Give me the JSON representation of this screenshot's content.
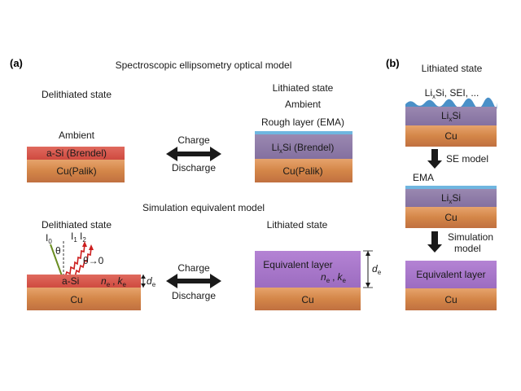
{
  "panel_a": {
    "label": "(a)",
    "title": "Spectroscopic ellipsometry optical model",
    "top": {
      "delithiated_title": "Delithiated state",
      "ambient": "Ambient",
      "asi_layer": "a-Si (Brendel)",
      "cu_layer": "Cu(Palik)",
      "charge": "Charge",
      "discharge": "Discharge",
      "lithiated_title": "Lithiated state",
      "lithiated_ambient": "Ambient",
      "rough_layer": "Rough layer (EMA)",
      "lixsi_prefix": "Li",
      "lixsi_sub": "x",
      "lixsi_suffix": "Si (Brendel)",
      "cu_layer_right": "Cu(Palik)"
    },
    "bottom": {
      "title": "Simulation equivalent model",
      "delithiated_title": "Delithiated state",
      "i0": "I",
      "i0_sub": "0",
      "i1": "I",
      "i1_sub": "1",
      "i2": "I",
      "i2_sub": "2",
      "theta": "θ",
      "theta_limit": "θ→0",
      "asi_layer": "a-Si",
      "ne": "n",
      "ne_sub": "e",
      "comma": ",",
      "ke": "k",
      "ke_sub": "e",
      "de": "d",
      "de_sub": "e",
      "cu_layer": "Cu",
      "charge": "Charge",
      "discharge": "Discharge",
      "lithiated_title": "Lithiated state",
      "equiv_layer": "Equivalent layer",
      "ne_r": "n",
      "ne_r_sub": "e",
      "comma_r": ",",
      "ke_r": "k",
      "ke_r_sub": "e",
      "de_r": "d",
      "de_r_sub": "e",
      "cu_layer_right": "Cu"
    }
  },
  "panel_b": {
    "label": "(b)",
    "title": "Lithiated state",
    "surface_prefix": "Li",
    "surface_sub": "x",
    "surface_suffix": "Si, SEI, ...",
    "stack1_lixsi_prefix": "Li",
    "stack1_lixsi_sub": "x",
    "stack1_lixsi_suffix": "Si",
    "stack1_cu": "Cu",
    "arrow1": "SE model",
    "ema": "EMA",
    "stack2_lixsi_prefix": "Li",
    "stack2_lixsi_sub": "x",
    "stack2_lixsi_suffix": "Si",
    "stack2_cu": "Cu",
    "arrow2_line1": "Simulation",
    "arrow2_line2": "model",
    "equiv_layer": "Equivalent layer",
    "stack3_cu": "Cu"
  },
  "colors": {
    "asi": "#d9534f",
    "cu": "#d98b52",
    "lixsi": "#8e7aa6",
    "rough": "#6fb6e0",
    "equivalent": "#a879c9",
    "arrow": "#1a1a1a",
    "ray_in": "#6b8e23",
    "ray_out": "#cc1f1f"
  }
}
